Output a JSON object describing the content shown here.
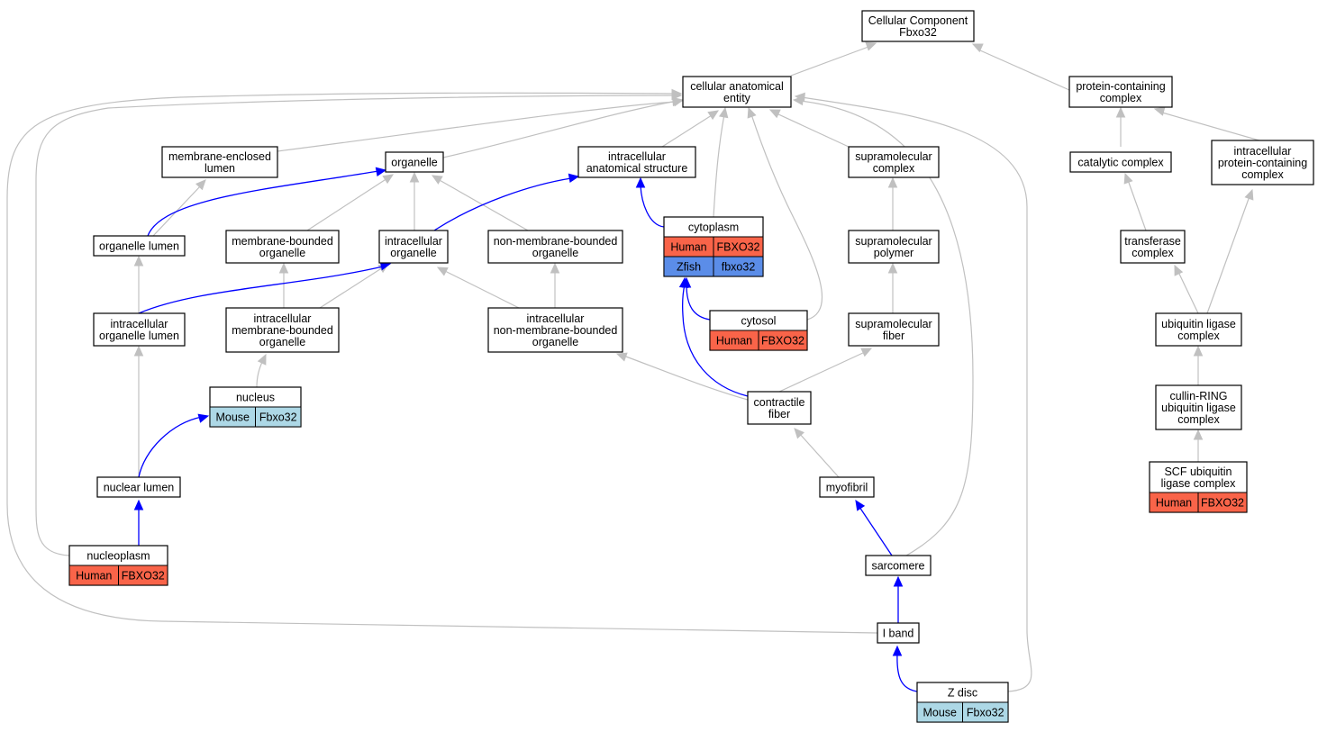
{
  "colors": {
    "human": "#f96449",
    "mouse": "#add8e6",
    "zfish": "#5b8de8",
    "is_a_edge": "#c0c0c0",
    "part_of_edge": "#0000ff"
  },
  "nodes": {
    "root": {
      "lines": [
        "Cellular Component",
        "Fbxo32"
      ]
    },
    "cae": {
      "lines": [
        "cellular anatomical",
        "entity"
      ]
    },
    "pcc": {
      "lines": [
        "protein-containing",
        "complex"
      ]
    },
    "mel": {
      "lines": [
        "membrane-enclosed",
        "lumen"
      ]
    },
    "organelle": {
      "lines": [
        "organelle"
      ]
    },
    "ias": {
      "lines": [
        "intracellular",
        "anatomical structure"
      ]
    },
    "smc": {
      "lines": [
        "supramolecular",
        "complex"
      ]
    },
    "catc": {
      "lines": [
        "catalytic complex"
      ]
    },
    "ipcc": {
      "lines": [
        "intracellular",
        "protein-containing",
        "complex"
      ]
    },
    "olumen": {
      "lines": [
        "organelle lumen"
      ]
    },
    "mbo": {
      "lines": [
        "membrane-bounded",
        "organelle"
      ]
    },
    "io": {
      "lines": [
        "intracellular",
        "organelle"
      ]
    },
    "nmbo": {
      "lines": [
        "non-membrane-bounded",
        "organelle"
      ]
    },
    "cytoplasm": {
      "lines": [
        "cytoplasm"
      ],
      "rows": [
        [
          "Human",
          "FBXO32"
        ],
        [
          "Zfish",
          "fbxo32"
        ]
      ]
    },
    "smp": {
      "lines": [
        "supramolecular",
        "polymer"
      ]
    },
    "trc": {
      "lines": [
        "transferase",
        "complex"
      ]
    },
    "iolumen": {
      "lines": [
        "intracellular",
        "organelle lumen"
      ]
    },
    "imbo": {
      "lines": [
        "intracellular",
        "membrane-bounded",
        "organelle"
      ]
    },
    "inmbo": {
      "lines": [
        "intracellular",
        "non-membrane-bounded",
        "organelle"
      ]
    },
    "cytosol": {
      "lines": [
        "cytosol"
      ],
      "rows": [
        [
          "Human",
          "FBXO32"
        ]
      ]
    },
    "smf": {
      "lines": [
        "supramolecular",
        "fiber"
      ]
    },
    "ulc": {
      "lines": [
        "ubiquitin ligase",
        "complex"
      ]
    },
    "nucleus": {
      "lines": [
        "nucleus"
      ],
      "rows": [
        [
          "Mouse",
          "Fbxo32"
        ]
      ]
    },
    "cfib": {
      "lines": [
        "contractile",
        "fiber"
      ]
    },
    "crl": {
      "lines": [
        "cullin-RING",
        "ubiquitin ligase",
        "complex"
      ]
    },
    "nlumen": {
      "lines": [
        "nuclear lumen"
      ]
    },
    "myofibril": {
      "lines": [
        "myofibril"
      ]
    },
    "scf": {
      "lines": [
        "SCF ubiquitin",
        "ligase complex"
      ],
      "rows": [
        [
          "Human",
          "FBXO32"
        ]
      ]
    },
    "nucleoplasm": {
      "lines": [
        "nucleoplasm"
      ],
      "rows": [
        [
          "Human",
          "FBXO32"
        ]
      ]
    },
    "sarcomere": {
      "lines": [
        "sarcomere"
      ]
    },
    "iband": {
      "lines": [
        "I band"
      ]
    },
    "zdisc": {
      "lines": [
        "Z disc"
      ],
      "rows": [
        [
          "Mouse",
          "Fbxo32"
        ]
      ]
    }
  }
}
